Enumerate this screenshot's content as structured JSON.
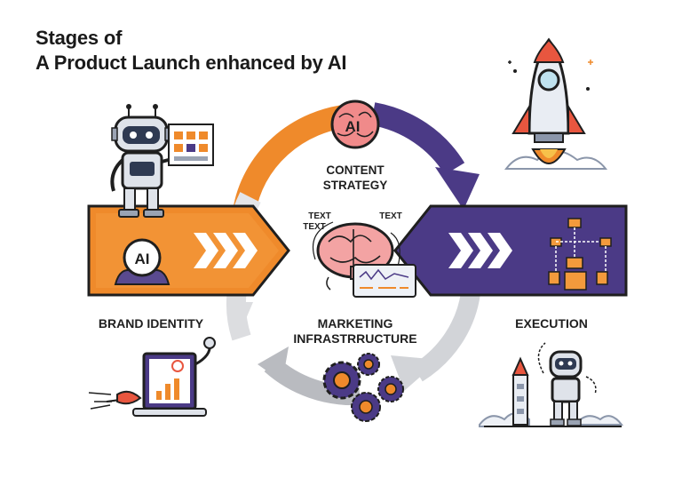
{
  "title": {
    "line1": "Stages of",
    "line2": "A Product Launch enhanced by AI"
  },
  "stages": {
    "content_strategy": {
      "line1": "CONTENT",
      "line2": "STRATEGY"
    },
    "brand_identity": "BRAND IDENTITY",
    "execution": "EXECUTION",
    "marketing_infrastructure": {
      "line1": "MARKETING",
      "line2": "INFRASTRRUCTURE"
    }
  },
  "badges": {
    "brain_ai": "AI",
    "brand_ai": "AI"
  },
  "brain_texts": [
    "TEXT",
    "TEXT",
    "TEXT"
  ],
  "colors": {
    "orange": "#ef8a2b",
    "purple": "#4b3a86",
    "gray": "#c9cbd0",
    "dark_text": "#1f1f1f"
  },
  "icons": [
    "robot-icon",
    "rocket-icon",
    "brain-icon",
    "gears-icon",
    "laptop-icon",
    "flowchart-icon",
    "chevrons-icon"
  ]
}
